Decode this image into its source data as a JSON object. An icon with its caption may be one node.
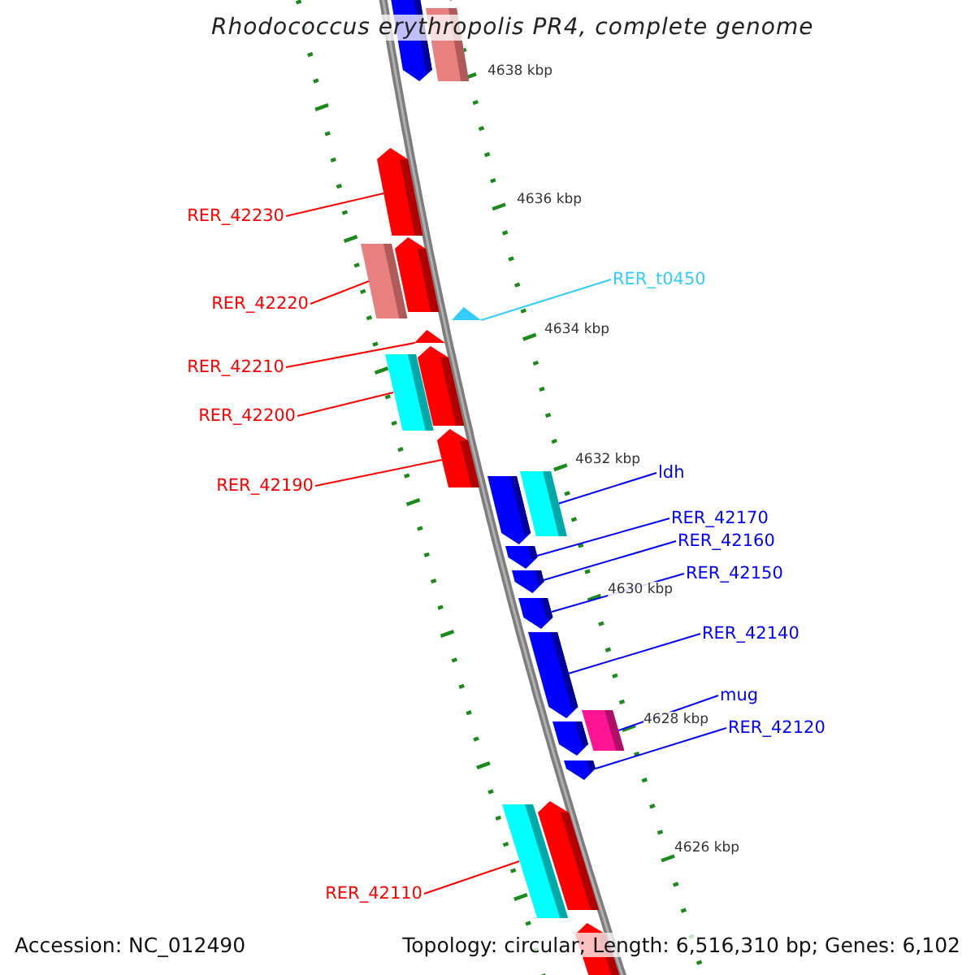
{
  "diagram": {
    "title": "Rhodococcus erythropolis PR4, complete genome",
    "nodes": [
      {
        "text": [],
        "shape": "arrow"
      },
      {
        "text": [],
        "shape": "box"
      },
      {
        "text": [],
        "shape": "arrow"
      },
      {
        "text": [],
        "shape": "box"
      },
      {
        "text": [],
        "shape": "arrow"
      },
      {
        "text": [],
        "shape": "arrow"
      },
      {
        "text": [],
        "shape": "box"
      },
      {
        "text": [],
        "shape": "arrow"
      },
      {
        "text": [],
        "shape": "arrow"
      },
      {
        "text": [],
        "shape": "arrow"
      },
      {
        "text": [],
        "shape": "box"
      },
      {
        "text": [],
        "shape": "arrow"
      },
      {
        "text": [],
        "shape": "arrow"
      },
      {
        "text": [],
        "shape": "arrow"
      },
      {
        "text": [],
        "shape": "arrow"
      },
      {
        "text": [],
        "shape": "arrow"
      },
      {
        "text": [],
        "shape": "box"
      },
      {
        "text": [],
        "shape": "arrow"
      },
      {
        "text": [],
        "shape": "arrow"
      },
      {
        "text": [],
        "shape": "box"
      },
      {
        "text": [],
        "shape": "arrow"
      },
      {
        "text": [],
        "shape": "arrow"
      },
      {
        "text": [
          "RER_42230"
        ]
      },
      {
        "text": [
          "RER_42220"
        ]
      },
      {
        "text": [
          "RER_42210"
        ]
      },
      {
        "text": [
          "RER_42200"
        ]
      },
      {
        "text": [
          "RER_42190"
        ]
      },
      {
        "text": [
          "RER_t0450"
        ]
      },
      {
        "text": [
          "ldh"
        ]
      },
      {
        "text": [
          "RER_42170"
        ]
      },
      {
        "text": [
          "RER_42160"
        ]
      },
      {
        "text": [
          "RER_42150"
        ]
      },
      {
        "text": [
          "RER_42140"
        ]
      },
      {
        "text": [
          "mug"
        ]
      },
      {
        "text": [
          "RER_42120"
        ]
      },
      {
        "text": [
          "RER_42110"
        ]
      }
    ],
    "edges": [
      {
        "from": 22,
        "to": 2,
        "arrow": "none",
        "color": "#ff0000"
      },
      {
        "from": 23,
        "to": 3,
        "arrow": "none",
        "color": "#ff0000"
      },
      {
        "from": 24,
        "to": 5,
        "arrow": "none",
        "color": "#ff0000"
      },
      {
        "from": 25,
        "to": 6,
        "arrow": "none",
        "color": "#ff0000"
      },
      {
        "from": 26,
        "to": 8,
        "arrow": "none",
        "color": "#ff0000"
      },
      {
        "from": 27,
        "to": 9,
        "arrow": "none",
        "color": "#33ccff"
      },
      {
        "from": 28,
        "to": 10,
        "arrow": "none"
      },
      {
        "from": 29,
        "to": 12,
        "arrow": "none"
      },
      {
        "from": 30,
        "to": 13,
        "arrow": "none"
      },
      {
        "from": 31,
        "to": 14,
        "arrow": "none"
      },
      {
        "from": 32,
        "to": 15,
        "arrow": "none"
      },
      {
        "from": 33,
        "to": 16,
        "arrow": "none"
      },
      {
        "from": 34,
        "to": 18,
        "arrow": "none"
      },
      {
        "from": 35,
        "to": 19,
        "arrow": "none",
        "color": "#ff0000"
      }
    ],
    "labels": [
      "4638 kbp",
      "4636 kbp",
      "4634 kbp",
      "4632 kbp",
      "4630 kbp",
      "4628 kbp",
      "4626 kbp",
      "Accession: NC_012490",
      "Topology: circular; Length: 6,516,310 bp; Genes: 6,102"
    ]
  }
}
